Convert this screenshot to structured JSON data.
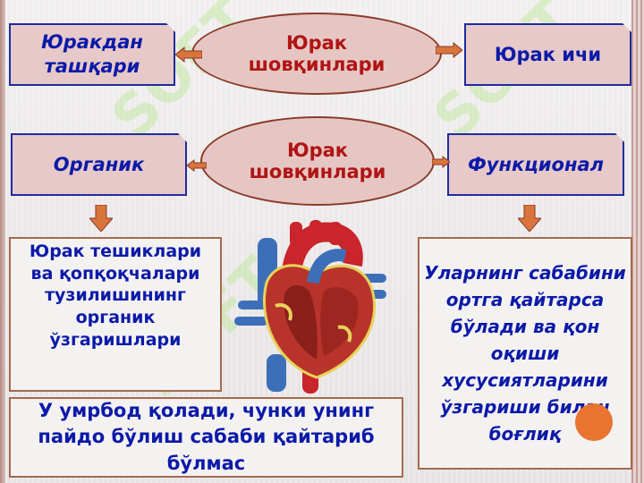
{
  "top_center": "Юрак шовқинлари",
  "top_left": "Юракдан ташқари",
  "top_right": "Юрак ичи",
  "mid_center": "Юрак шовқинлари",
  "mid_left": "Органик",
  "mid_right": "Функционал",
  "organic_desc": "Юрак тешиклари ва қопқоқчалари тузилишининг органик ўзгаришлари",
  "functional_desc": "Уларнинг сабабини ортга қайтарса бўлади ва қон оқиши хусусиятларини ўзгариши билан боғлиқ",
  "bottom_note": "У умрбод қолади, чунки унинг пайдо бўлиш сабаби қайтариб бўлмас",
  "watermark": "SOFT",
  "colors": {
    "box_fill": "#e8c9c9",
    "box_border": "#1f2c9e",
    "text_blue": "#0b1aa8",
    "ellipse_text": "#b01414",
    "arrow": "#d9743b",
    "accent_dot": "#e8742f"
  },
  "image": {
    "icon": "heart-anatomy-illustration"
  }
}
